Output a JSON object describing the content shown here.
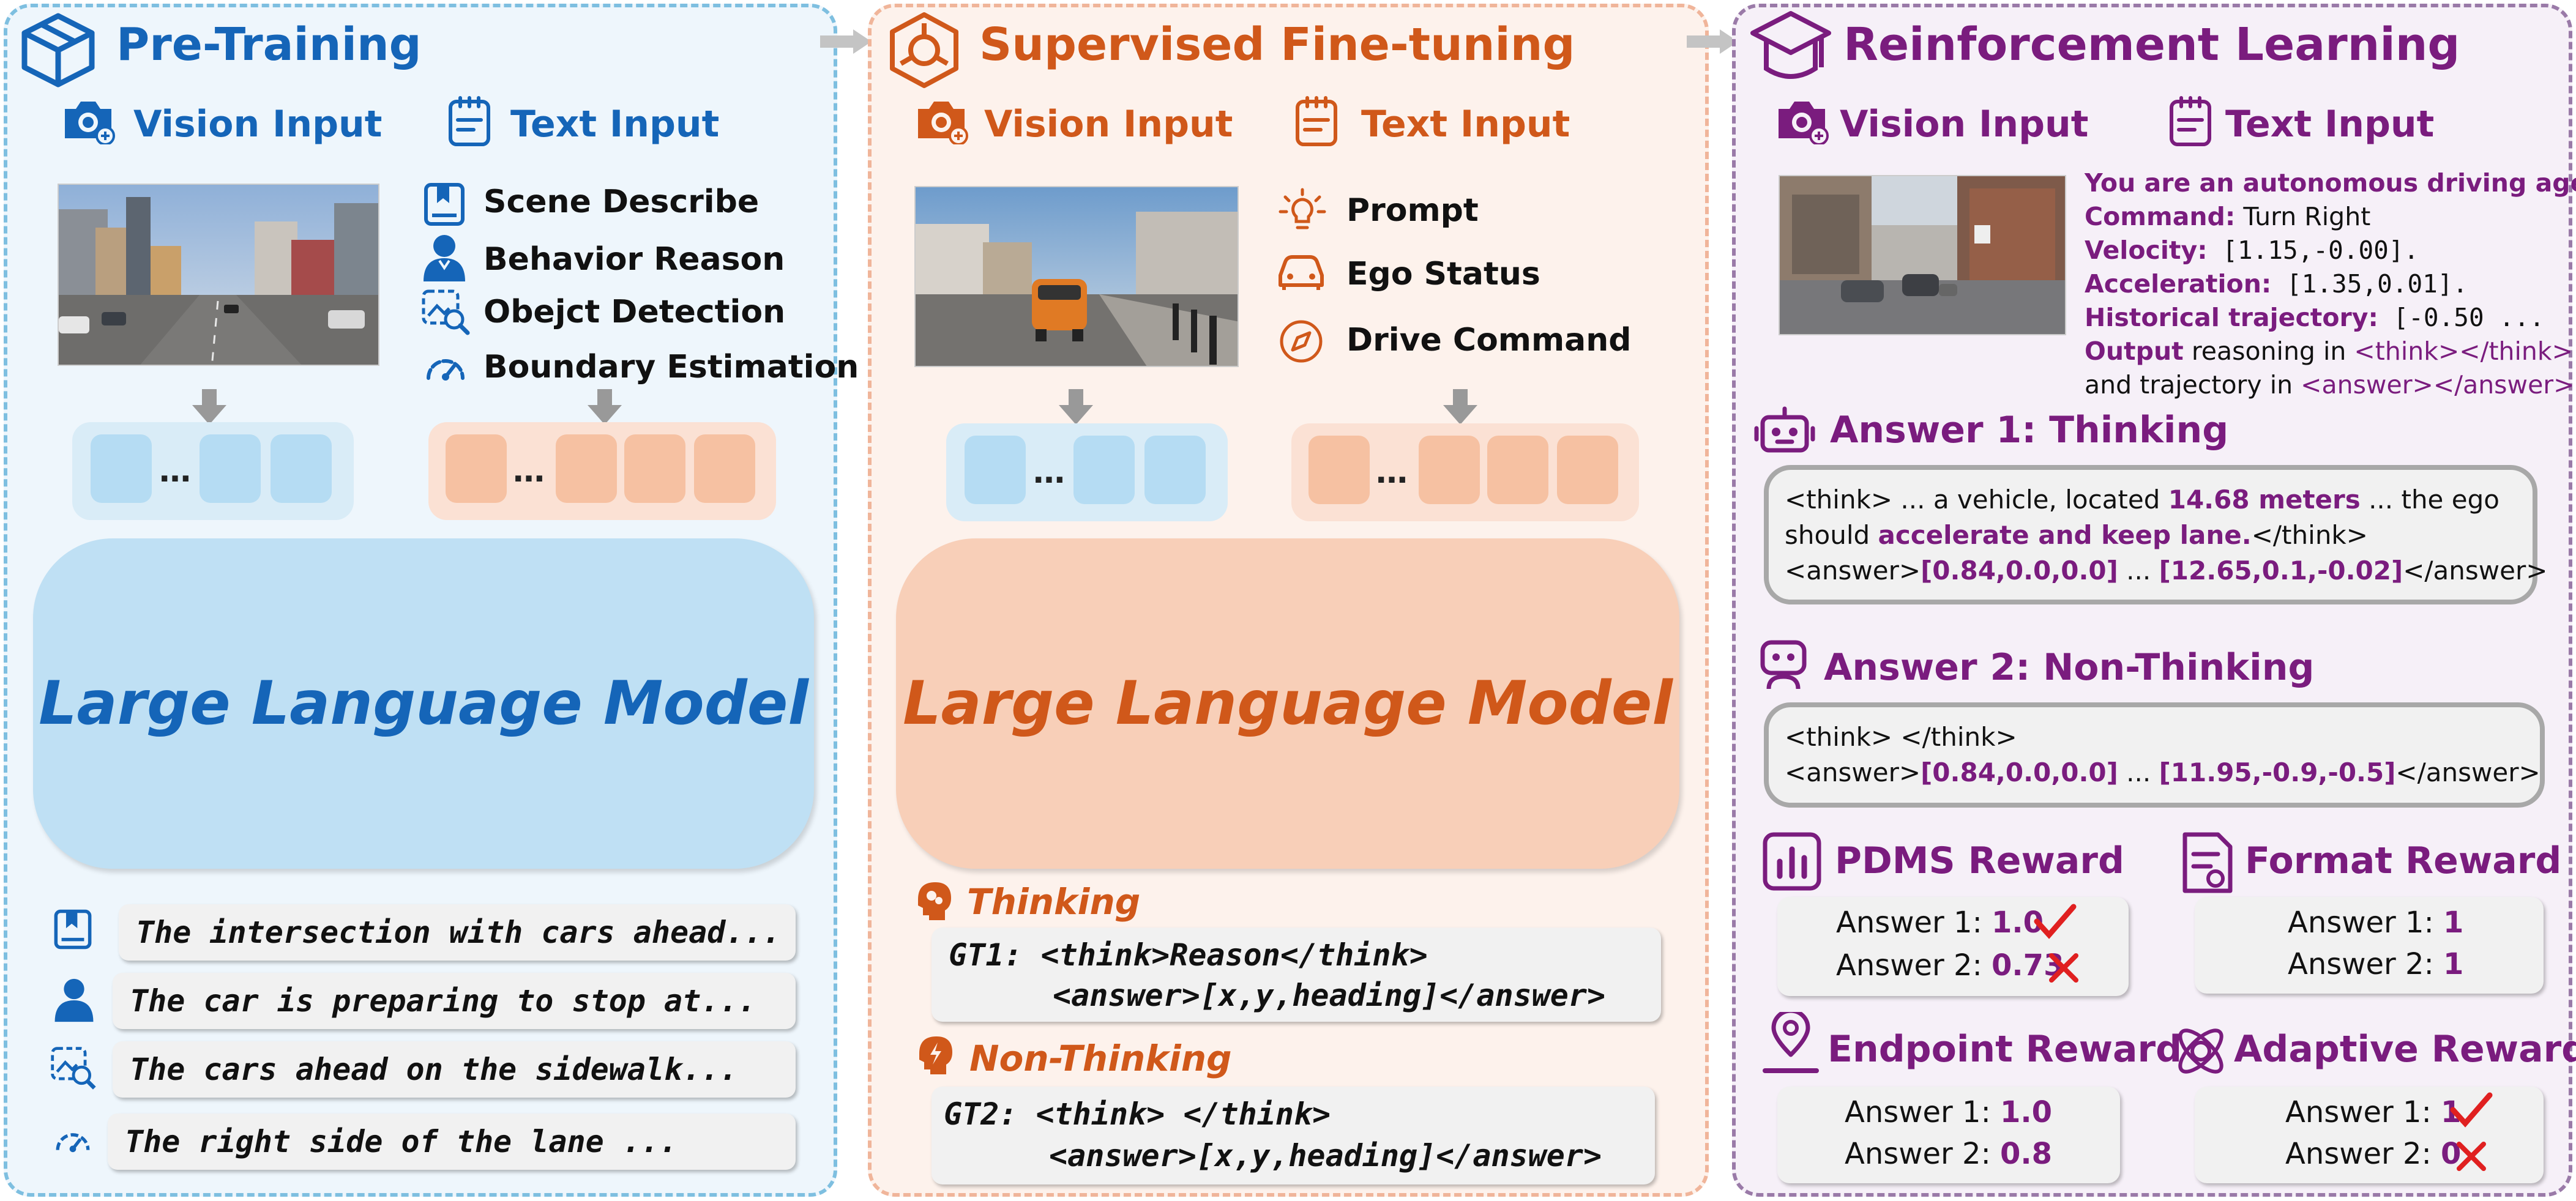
{
  "colors": {
    "blue": "#1565b8",
    "orange": "#d0581a",
    "purple": "#7a1c7e"
  },
  "pretraining": {
    "title": "Pre-Training",
    "vision_input": "Vision Input",
    "text_input": "Text Input",
    "text_items": [
      "Scene Describe",
      "Behavior Reason",
      "Obejct Detection",
      "Boundary Estimation"
    ],
    "llm": "Large Language Model",
    "outputs": [
      "The intersection with cars ahead...",
      "The car is preparing to stop at...",
      "The cars ahead on the sidewalk...",
      "The right side of the lane ..."
    ]
  },
  "sft": {
    "title": "Supervised Fine-tuning",
    "vision_input": "Vision Input",
    "text_input": "Text Input",
    "text_items": [
      "Prompt",
      "Ego Status",
      "Drive Command"
    ],
    "llm": "Large Language Model",
    "thinking": "Thinking",
    "gt1_line1": "GT1: <think>Reason</think>",
    "gt1_line2": "<answer>[x,y,heading]</answer>",
    "non_thinking": "Non-Thinking",
    "gt2_line1": "GT2: <think> </think>",
    "gt2_line2": "<answer>[x,y,heading]</answer>"
  },
  "rl": {
    "title": "Reinforcement Learning",
    "vision_input": "Vision Input",
    "text_input": "Text Input",
    "prompt": {
      "line1": "You are an autonomous driving agent...",
      "command_k": "Command:",
      "command_v": " Turn Right",
      "velocity_k": "Velocity:",
      "velocity_v": " [1.15,-0.00].",
      "accel_k": "Acceleration:",
      "accel_v": " [1.35,0.01].",
      "hist_k": "Historical trajectory:",
      "hist_v": " [-0.50 ...",
      "output_k": "Output",
      "output_m": " reasoning in ",
      "output_tag": "<think></think>",
      "traj_m": "and trajectory in ",
      "traj_tag": "<answer></answer>."
    },
    "answer1": {
      "title": "Answer 1: Thinking",
      "l1a": "<think> ... a vehicle, located ",
      "l1b": "14.68 meters",
      "l1c": " ... the ego",
      "l2a": "should ",
      "l2b": "accelerate and keep lane.",
      "l2c": "</think>",
      "l3a": "<answer>",
      "l3b": "[0.84,0.0,0.0]",
      "l3c": " ... ",
      "l3d": "[12.65,0.1,-0.02]",
      "l3e": "</answer>"
    },
    "answer2": {
      "title": "Answer 2: Non-Thinking",
      "l1": "<think>  </think>",
      "l2a": "<answer>",
      "l2b": "[0.84,0.0,0.0]",
      "l2c": " ... ",
      "l2d": "[11.95,-0.9,-0.5]",
      "l2e": "</answer>"
    },
    "rewards": {
      "pdms": {
        "title": "PDMS Reward",
        "a1": "Answer 1:",
        "v1": "1.0",
        "a2": "Answer 2:",
        "v2": "0.73"
      },
      "format": {
        "title": "Format Reward",
        "a1": "Answer 1:",
        "v1": "1",
        "a2": "Answer 2:",
        "v2": "1"
      },
      "endpoint": {
        "title": "Endpoint Reward",
        "a1": "Answer 1:",
        "v1": "1.0",
        "a2": "Answer 2:",
        "v2": "0.8"
      },
      "adaptive": {
        "title": "Adaptive Reward",
        "a1": "Answer 1:",
        "v1": "1",
        "a2": "Answer 2:",
        "v2": "0"
      }
    }
  }
}
